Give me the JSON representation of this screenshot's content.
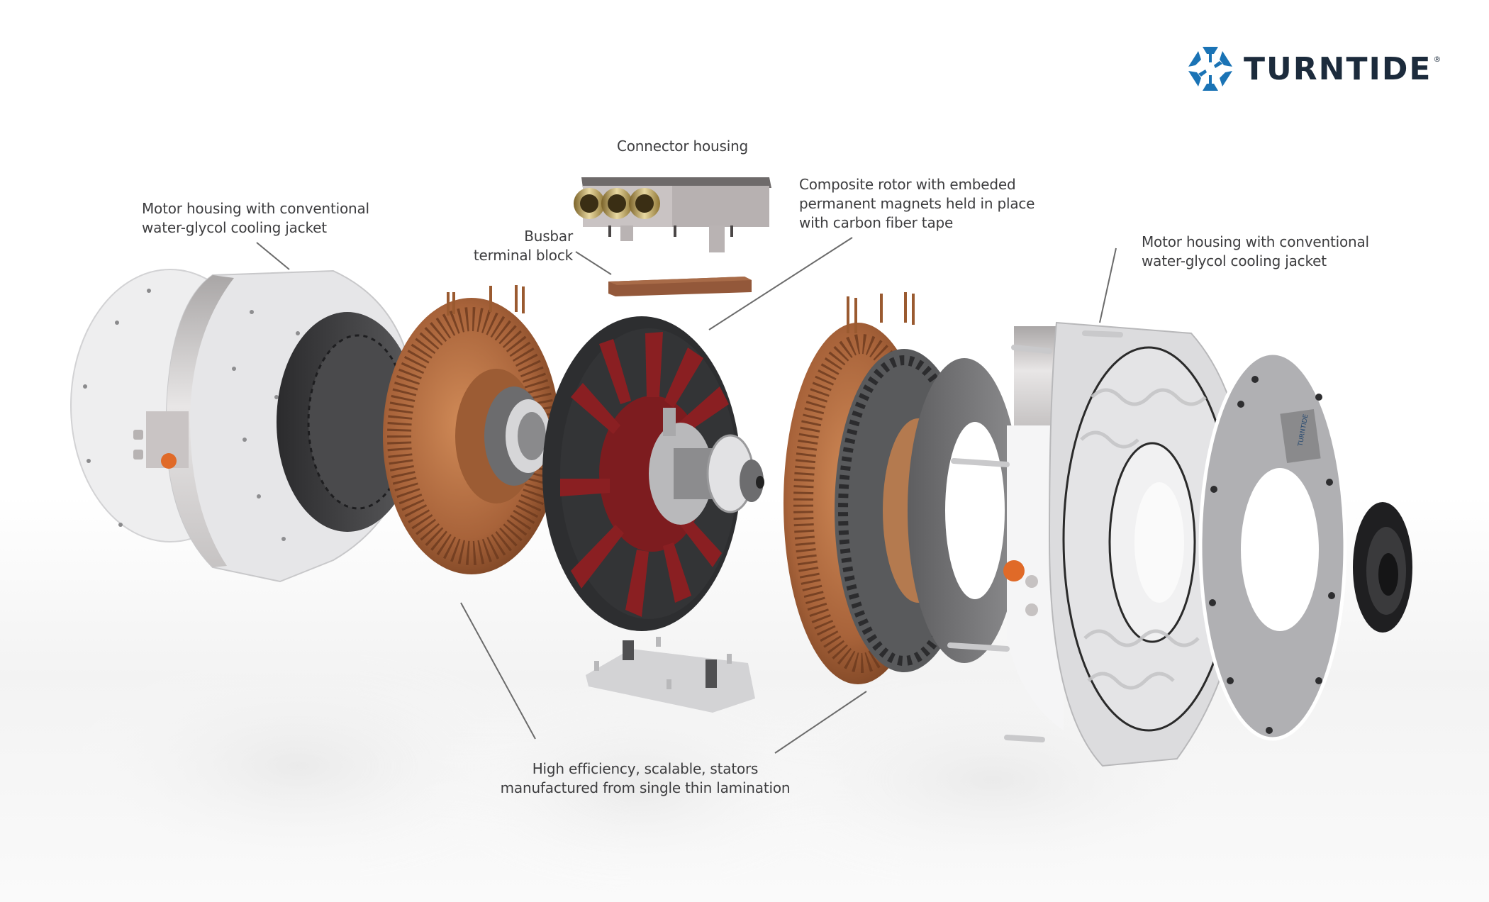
{
  "brand": {
    "name": "TURNTIDE",
    "registered_mark": "®",
    "logo_icon": "turntide-hex-arrows-icon",
    "colors": {
      "logo_blue": "#1a73b5",
      "logo_text": "#1c2b3c"
    }
  },
  "callouts": {
    "connector_housing": {
      "lines": [
        "Connector housing"
      ]
    },
    "composite_rotor": {
      "lines": [
        "Composite rotor with embeded",
        "permanent magnets held in place",
        "with carbon fiber tape"
      ]
    },
    "busbar": {
      "lines": [
        "Busbar",
        "terminal block"
      ]
    },
    "housing_left": {
      "lines": [
        "Motor housing with conventional",
        "water-glycol cooling jacket"
      ]
    },
    "housing_right": {
      "lines": [
        "Motor housing with conventional",
        "water-glycol cooling jacket"
      ]
    },
    "stators": {
      "lines": [
        "High efficiency, scalable, stators",
        "manufactured from single thin lamination"
      ]
    }
  },
  "components": [
    "left-end-plate",
    "left-motor-housing",
    "left-stator-lamination",
    "left-stator-winding",
    "connector-housing",
    "busbar-terminal-block",
    "composite-rotor",
    "rotor-shaft",
    "bottom-plate",
    "right-stator-winding",
    "right-stator-lamination",
    "right-spacer-ring",
    "right-motor-housing",
    "right-end-plate",
    "output-flange"
  ],
  "plate_badge": "TURNTIDE",
  "colors": {
    "copper": "#b06a3d",
    "lamination": "#3a3a3c",
    "rotor_dark": "#2d2e30",
    "rotor_magnet": "#8a1f22",
    "housing_silver": "#d7d7d9",
    "accent_orange": "#e06a28",
    "text": "#3d3d3f",
    "leader_line": "#6b6b6b"
  }
}
